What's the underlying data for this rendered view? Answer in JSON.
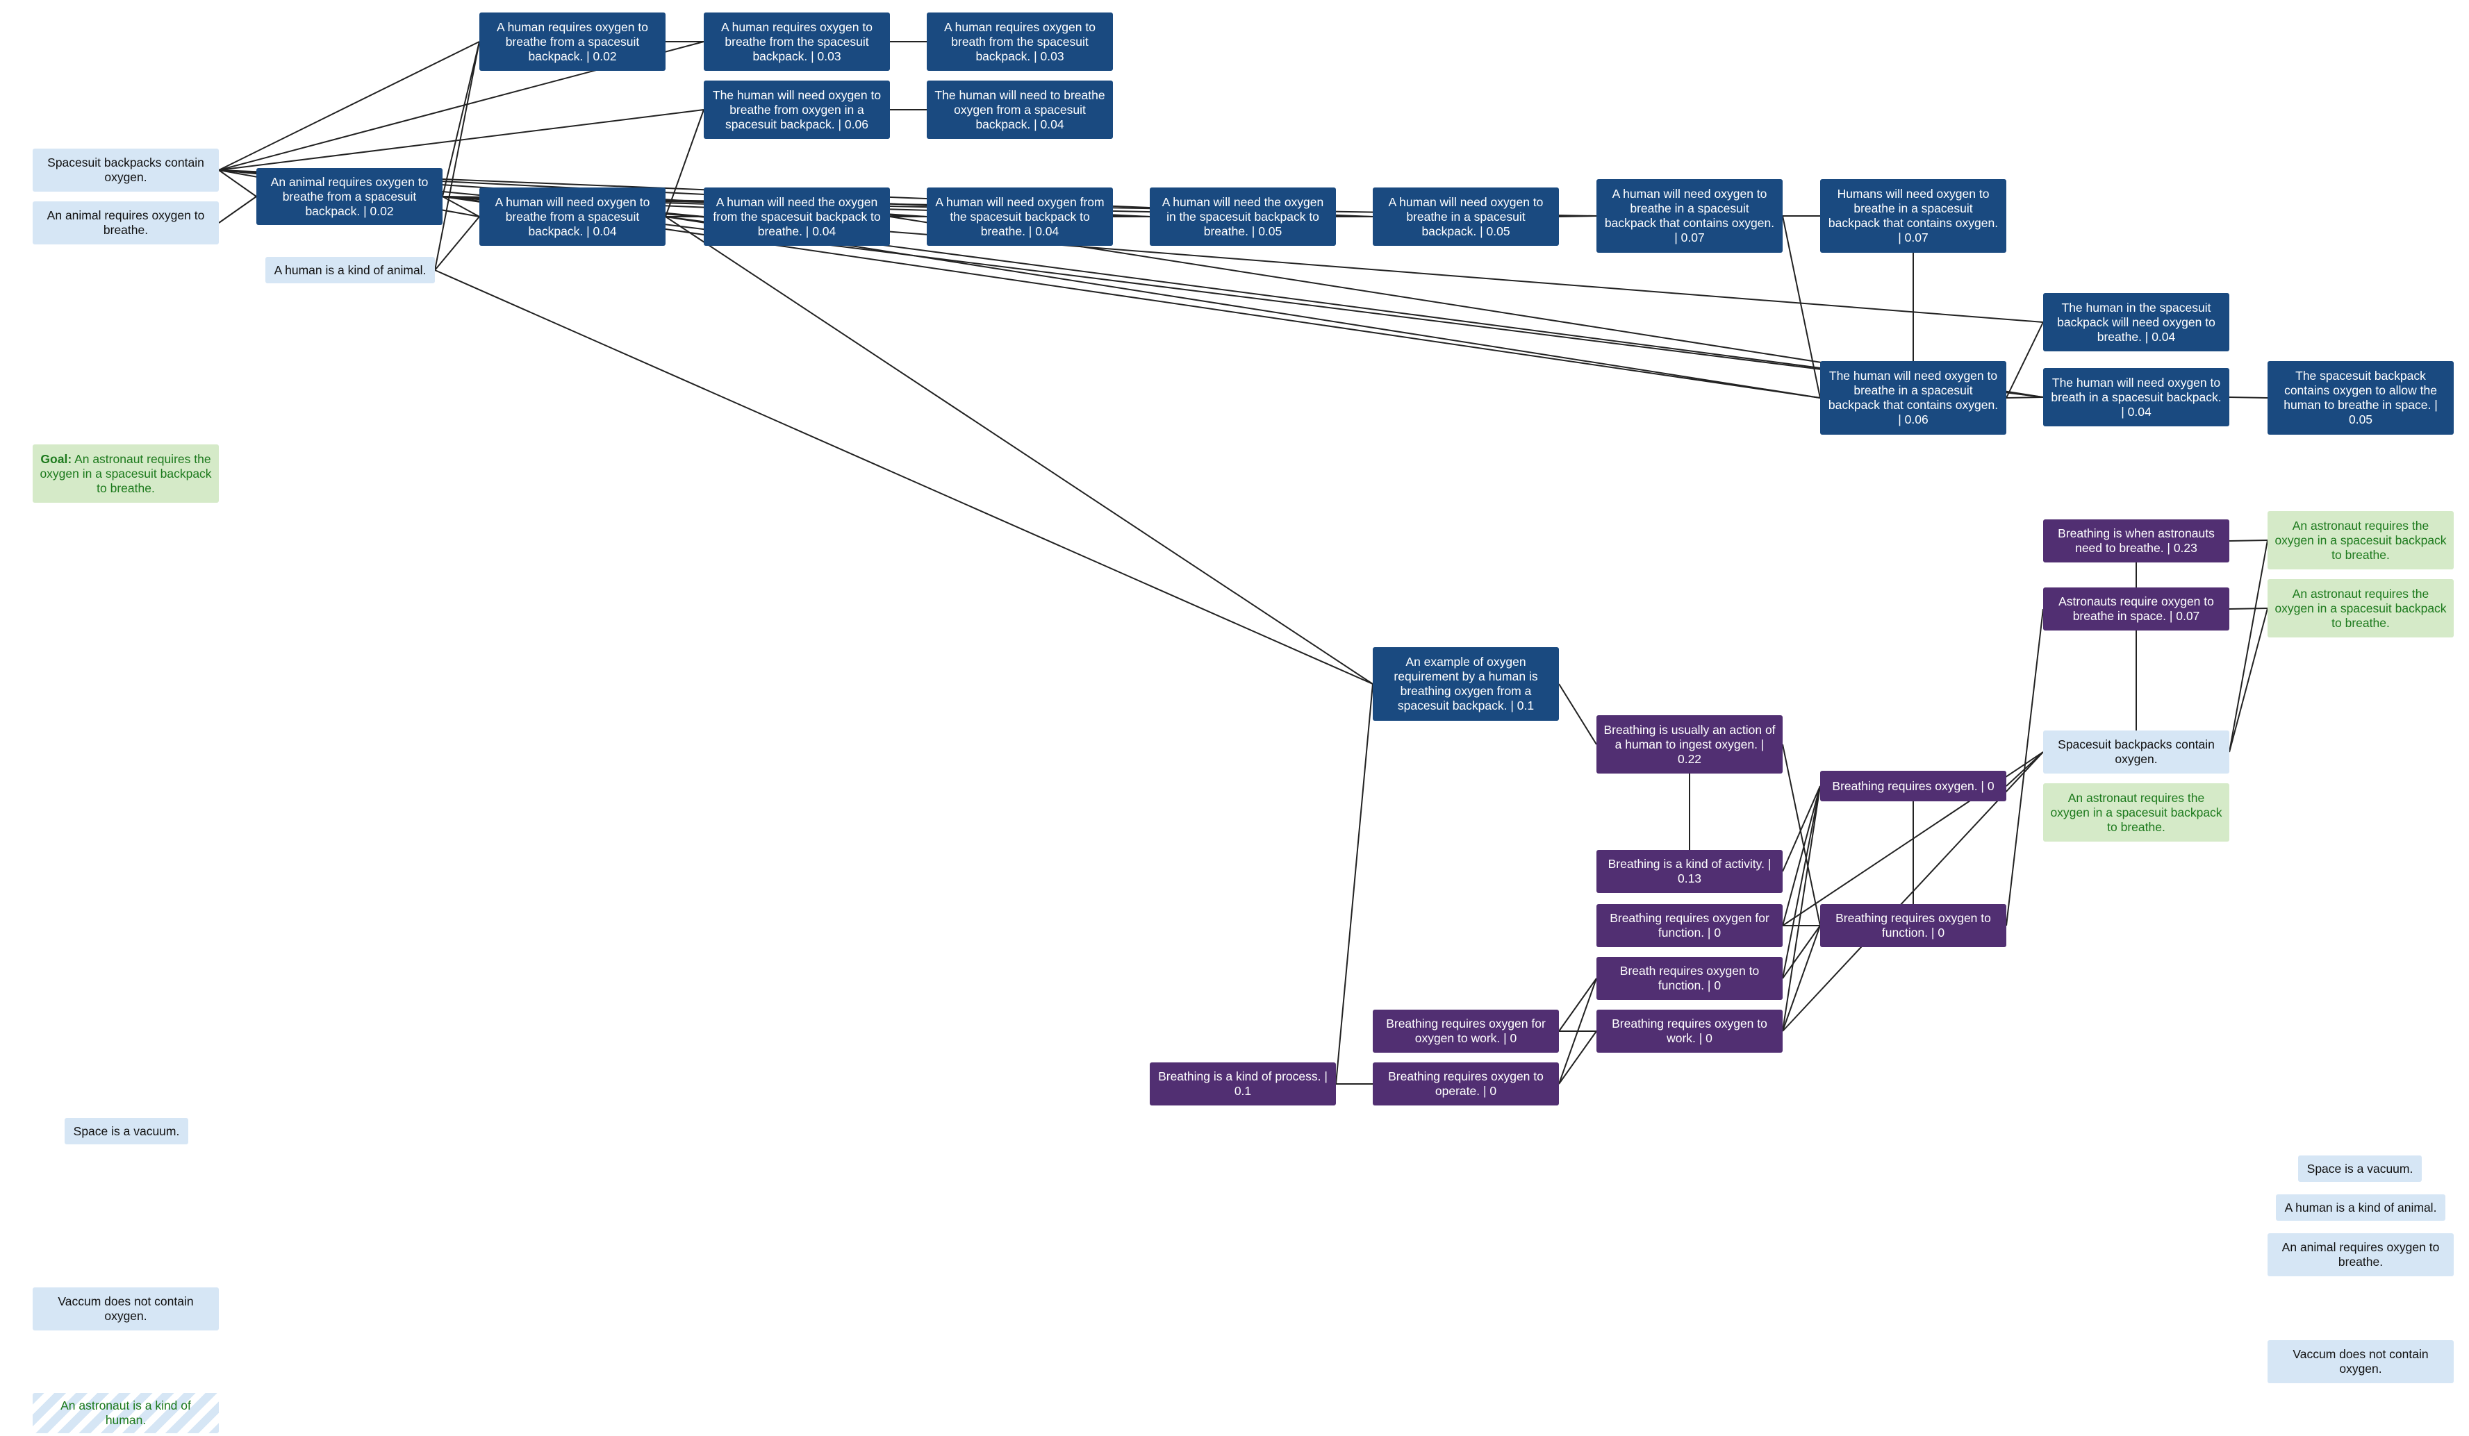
{
  "nodes": [
    {
      "id": "p1",
      "type": "premise",
      "text": "Spacesuit backpacks contain oxygen."
    },
    {
      "id": "p2",
      "type": "premise",
      "text": "An animal requires oxygen to breathe."
    },
    {
      "id": "p3",
      "type": "premise",
      "text": "A human is a kind of animal."
    },
    {
      "id": "g1",
      "type": "goal",
      "label": "Goal:",
      "text": "An astronaut requires the oxygen in a spacesuit backpack to breathe."
    },
    {
      "id": "p4",
      "type": "premise",
      "text": "Space is a vacuum."
    },
    {
      "id": "p5",
      "type": "premise",
      "text": "Vaccum does not contain oxygen."
    },
    {
      "id": "p6",
      "type": "hatched",
      "text": "An astronaut is a kind of human."
    },
    {
      "id": "i1",
      "type": "inter",
      "text": "An animal requires oxygen to breathe from a spacesuit backpack. | 0.02"
    },
    {
      "id": "i2",
      "type": "inter",
      "text": "A human requires oxygen to breathe from a spacesuit backpack. | 0.02"
    },
    {
      "id": "i3",
      "type": "inter",
      "text": "A human requires oxygen to breathe from the spacesuit backpack. | 0.03"
    },
    {
      "id": "i4",
      "type": "inter",
      "text": "A human requires oxygen to breath from the spacesuit backpack. | 0.03"
    },
    {
      "id": "i5",
      "type": "inter",
      "text": "The human will need oxygen to breathe from oxygen in a spacesuit backpack. | 0.06"
    },
    {
      "id": "i6",
      "type": "inter",
      "text": "The human will need to breathe oxygen from a spacesuit backpack. | 0.04"
    },
    {
      "id": "i7",
      "type": "inter",
      "text": "A human will need oxygen to breathe from a spacesuit backpack. | 0.04"
    },
    {
      "id": "i8",
      "type": "inter",
      "text": "A human will need the oxygen from the spacesuit backpack to breathe. | 0.04"
    },
    {
      "id": "i9",
      "type": "inter",
      "text": "A human will need oxygen from the spacesuit backpack to breathe. | 0.04"
    },
    {
      "id": "i10",
      "type": "inter",
      "text": "A human will need the oxygen in the spacesuit backpack to breathe. | 0.05"
    },
    {
      "id": "i11",
      "type": "inter",
      "text": "A human will need oxygen to breathe in a spacesuit backpack. | 0.05"
    },
    {
      "id": "i12",
      "type": "inter",
      "text": "A human will need oxygen to breathe in a spacesuit backpack that contains oxygen. | 0.07"
    },
    {
      "id": "i13",
      "type": "inter",
      "text": "Humans will need oxygen to breathe in a spacesuit backpack that contains oxygen. | 0.07"
    },
    {
      "id": "i14",
      "type": "inter",
      "text": "The human in the spacesuit backpack will need oxygen to breathe. | 0.04"
    },
    {
      "id": "i15",
      "type": "inter",
      "text": "The human will need oxygen to breathe in a spacesuit backpack that contains oxygen. | 0.06"
    },
    {
      "id": "i16",
      "type": "inter",
      "text": "The human will need oxygen to breath in a spacesuit backpack. | 0.04"
    },
    {
      "id": "i17",
      "type": "inter",
      "text": "The spacesuit backpack contains oxygen to allow the human to breathe in space. | 0.05"
    },
    {
      "id": "i18",
      "type": "inter",
      "text": "An example of oxygen requirement by a human is breathing oxygen from a spacesuit backpack. | 0.1"
    },
    {
      "id": "u1",
      "type": "purple",
      "text": "Breathing is when astronauts need to breathe. | 0.23"
    },
    {
      "id": "u2",
      "type": "purple",
      "text": "Astronauts require oxygen to breathe in space. | 0.07"
    },
    {
      "id": "g2",
      "type": "goal",
      "text": "An astronaut requires the oxygen in a spacesuit backpack to breathe."
    },
    {
      "id": "g3",
      "type": "goal",
      "text": "An astronaut requires the oxygen in a spacesuit backpack to breathe."
    },
    {
      "id": "p7",
      "type": "premise",
      "text": "Spacesuit backpacks contain oxygen."
    },
    {
      "id": "g4",
      "type": "goal",
      "text": "An astronaut requires the oxygen in a spacesuit backpack to breathe."
    },
    {
      "id": "u3",
      "type": "purple",
      "text": "Breathing is usually an action of a human to ingest oxygen. | 0.22"
    },
    {
      "id": "u4",
      "type": "purple",
      "text": "Breathing requires oxygen. | 0"
    },
    {
      "id": "u5",
      "type": "purple",
      "text": "Breathing is a kind of activity. | 0.13"
    },
    {
      "id": "u6",
      "type": "purple",
      "text": "Breathing requires oxygen for function. | 0"
    },
    {
      "id": "u7",
      "type": "purple",
      "text": "Breathing requires oxygen to function. | 0"
    },
    {
      "id": "u8",
      "type": "purple",
      "text": "Breath requires oxygen to function. | 0"
    },
    {
      "id": "u9",
      "type": "purple",
      "text": "Breathing requires oxygen for oxygen to work. | 0"
    },
    {
      "id": "u10",
      "type": "purple",
      "text": "Breathing requires oxygen to work. | 0"
    },
    {
      "id": "u11",
      "type": "purple",
      "text": "Breathing is a kind of process. | 0.1"
    },
    {
      "id": "u12",
      "type": "purple",
      "text": "Breathing requires oxygen to operate. | 0"
    },
    {
      "id": "p8",
      "type": "premise",
      "text": "Space is a vacuum."
    },
    {
      "id": "p9",
      "type": "premise",
      "text": "A human is a kind of animal."
    },
    {
      "id": "p10",
      "type": "premise",
      "text": "An animal requires oxygen to breathe."
    },
    {
      "id": "p11",
      "type": "premise",
      "text": "Vaccum does not contain oxygen."
    }
  ],
  "edges": [
    [
      "p1",
      "i1"
    ],
    [
      "p2",
      "i1"
    ],
    [
      "p1",
      "i2"
    ],
    [
      "p3",
      "i2"
    ],
    [
      "p1",
      "i3"
    ],
    [
      "p1",
      "i5"
    ],
    [
      "p1",
      "i7"
    ],
    [
      "p1",
      "i8"
    ],
    [
      "p1",
      "i9"
    ],
    [
      "p1",
      "i10"
    ],
    [
      "p1",
      "i11"
    ],
    [
      "p3",
      "i7"
    ],
    [
      "p3",
      "i18"
    ],
    [
      "i1",
      "i7"
    ],
    [
      "i1",
      "i2"
    ],
    [
      "i1",
      "i8"
    ],
    [
      "i1",
      "i9"
    ],
    [
      "i1",
      "i10"
    ],
    [
      "i1",
      "i11"
    ],
    [
      "i1",
      "i12"
    ],
    [
      "i1",
      "i14"
    ],
    [
      "i1",
      "i15"
    ],
    [
      "i1",
      "i16"
    ],
    [
      "i2",
      "i3"
    ],
    [
      "i3",
      "i4"
    ],
    [
      "i5",
      "i6"
    ],
    [
      "i7",
      "i5"
    ],
    [
      "i7",
      "i8"
    ],
    [
      "i7",
      "i9"
    ],
    [
      "i7",
      "i10"
    ],
    [
      "i7",
      "i11"
    ],
    [
      "i7",
      "i15"
    ],
    [
      "i7",
      "i16"
    ],
    [
      "i7",
      "i18"
    ],
    [
      "i8",
      "i9"
    ],
    [
      "i8",
      "i10"
    ],
    [
      "i9",
      "i10"
    ],
    [
      "i9",
      "i11"
    ],
    [
      "i10",
      "i11"
    ],
    [
      "i11",
      "i12"
    ],
    [
      "i12",
      "i13"
    ],
    [
      "i12",
      "i15"
    ],
    [
      "i13",
      "i15"
    ],
    [
      "i15",
      "i14"
    ],
    [
      "i15",
      "i16"
    ],
    [
      "i16",
      "i17"
    ],
    [
      "i8",
      "i16"
    ],
    [
      "i18",
      "u3"
    ],
    [
      "i18",
      "u11"
    ],
    [
      "u3",
      "u5"
    ],
    [
      "u3",
      "u7"
    ],
    [
      "u4",
      "u5"
    ],
    [
      "u4",
      "p7"
    ],
    [
      "u4",
      "u6"
    ],
    [
      "u4",
      "u7"
    ],
    [
      "u4",
      "u8"
    ],
    [
      "u4",
      "u10"
    ],
    [
      "u7",
      "u6"
    ],
    [
      "u7",
      "u8"
    ],
    [
      "u7",
      "u10"
    ],
    [
      "u7",
      "u2"
    ],
    [
      "u9",
      "u10"
    ],
    [
      "u9",
      "u8"
    ],
    [
      "u11",
      "u12"
    ],
    [
      "u12",
      "u10"
    ],
    [
      "u12",
      "u8"
    ],
    [
      "p7",
      "u1"
    ],
    [
      "p7",
      "u2"
    ],
    [
      "p7",
      "g2"
    ],
    [
      "p7",
      "g3"
    ],
    [
      "u1",
      "g2"
    ],
    [
      "u2",
      "g3"
    ],
    [
      "u6",
      "p7"
    ],
    [
      "u10",
      "p7"
    ]
  ]
}
